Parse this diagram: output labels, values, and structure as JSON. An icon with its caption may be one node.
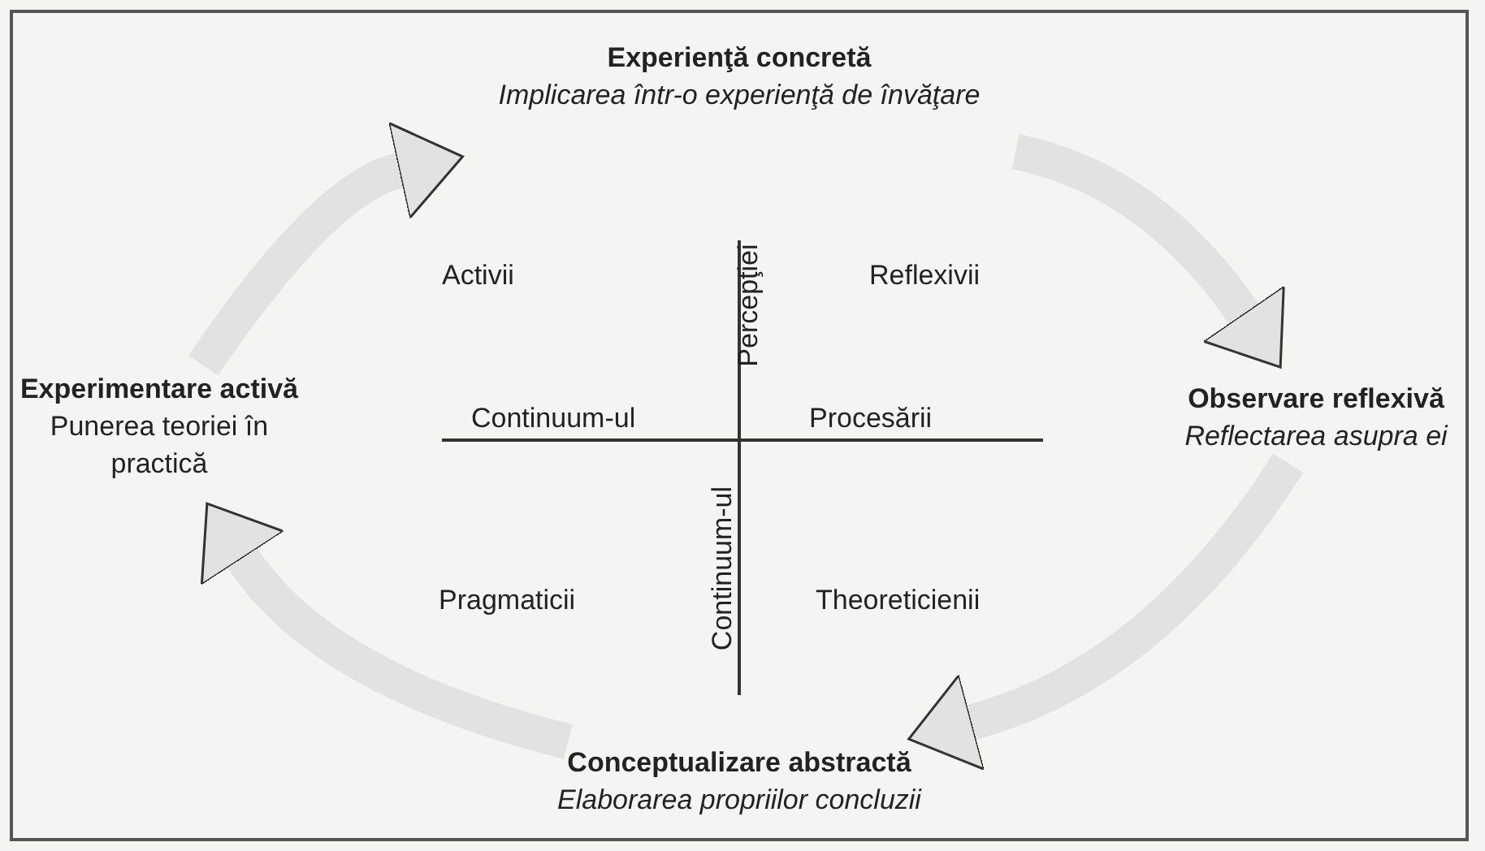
{
  "diagram": {
    "nodes": [
      {
        "text": [
          "Experienţă concretă",
          "Implicarea într-o experienţă de învăţare"
        ]
      },
      {
        "text": [
          "Observare reflexivă",
          "Reflectarea asupra ei"
        ]
      },
      {
        "text": [
          "Conceptualizare abstractă",
          "Elaborarea propriilor concluzii"
        ]
      },
      {
        "text": [
          "Experimentare activă",
          "Punerea teoriei în practică"
        ]
      }
    ],
    "edges": [
      {
        "from": 3,
        "to": 0,
        "arrow": "to"
      },
      {
        "from": 0,
        "to": 1,
        "arrow": "to"
      },
      {
        "from": 1,
        "to": 2,
        "arrow": "to"
      },
      {
        "from": 2,
        "to": 3,
        "arrow": "to"
      }
    ],
    "labels": [
      "Activii",
      "Percepţiei",
      "Reflexivii",
      "Continuum-ul",
      "Procesării",
      "Continuum-ul",
      "Pragmaticii",
      "Theoreticienii"
    ]
  }
}
